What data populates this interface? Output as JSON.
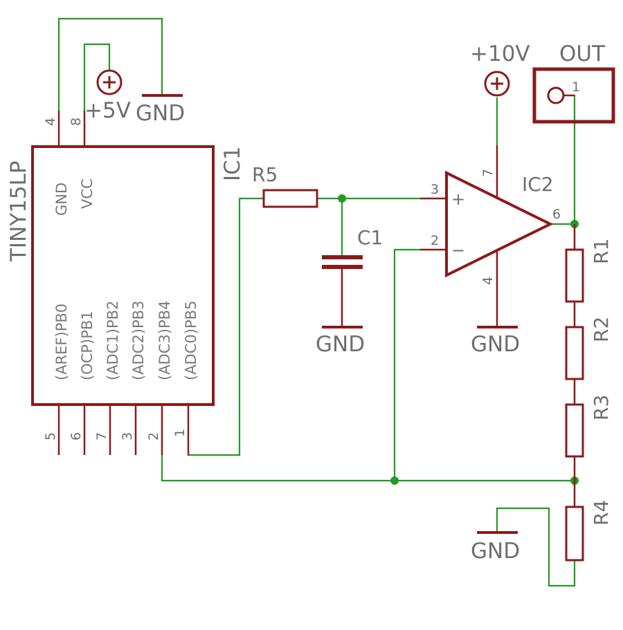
{
  "ic1": {
    "name": "IC1",
    "value": "TINY15LP",
    "top_pins": [
      {
        "number": "4",
        "name": "GND"
      },
      {
        "number": "8",
        "name": "VCC"
      }
    ],
    "bottom_pins": [
      {
        "number": "5",
        "name": "(AREF)PB0"
      },
      {
        "number": "6",
        "name": "(OCP)PB1"
      },
      {
        "number": "7",
        "name": "(ADC1)PB2"
      },
      {
        "number": "3",
        "name": "(ADC2)PB3"
      },
      {
        "number": "2",
        "name": "(ADC3)PB4"
      },
      {
        "number": "1",
        "name": "(ADC0)PB5"
      }
    ]
  },
  "supplies": {
    "plus5v": "+5V",
    "plus10v": "+10V",
    "gnd_label": "GND"
  },
  "ic2": {
    "name": "IC2",
    "pin_noninv": "3",
    "pin_inv": "2",
    "pin_out": "6",
    "pin_vpos": "7",
    "pin_vneg": "4",
    "plus_sign": "+",
    "minus_sign": "−"
  },
  "passives": {
    "r5": "R5",
    "c1": "C1",
    "r1": "R1",
    "r2": "R2",
    "r3": "R3",
    "r4": "R4"
  },
  "connector": {
    "name": "OUT",
    "pin": "1"
  },
  "colors": {
    "wire": "#239a23",
    "component": "#8b1a1a",
    "text": "#6e6e6e",
    "background": "#ffffff"
  }
}
